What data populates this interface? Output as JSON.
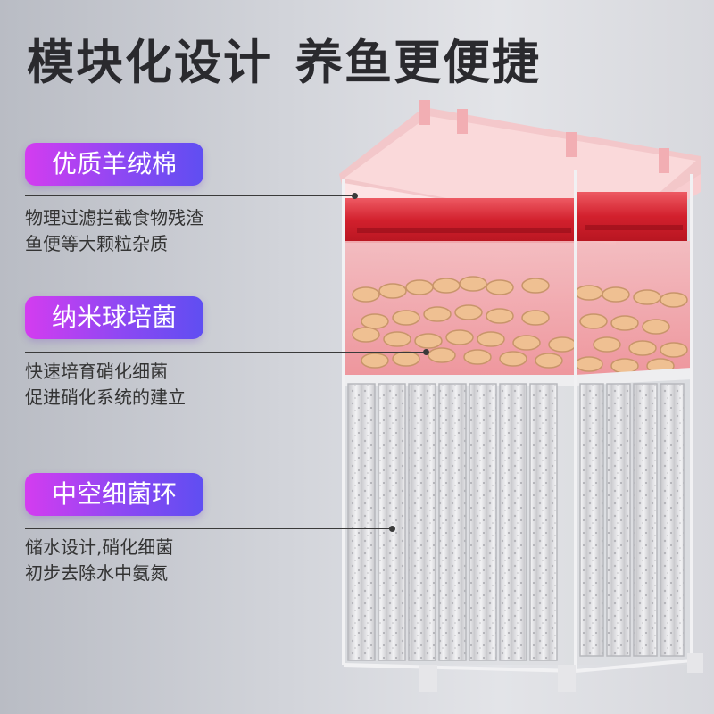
{
  "headline": {
    "part1": "模块化设计",
    "part2": "养鱼更便捷"
  },
  "layers": [
    {
      "label": "优质羊绒棉",
      "desc_lines": [
        "物理过滤拦截食物残渣",
        "鱼便等大颗粒杂质"
      ]
    },
    {
      "label": "纳米球培菌",
      "desc_lines": [
        "快速培育硝化细菌",
        "促进硝化系统的建立"
      ]
    },
    {
      "label": "中空细菌环",
      "desc_lines": [
        "储水设计,硝化细菌",
        "初步去除水中氨氮"
      ]
    }
  ],
  "icons": {
    "balls": "nano-ball-icon"
  },
  "colors": {
    "pill_start": "#d43cf0",
    "pill_end": "#5f4ef2",
    "cotton": "#d9323f",
    "balls": "#f0bf8f",
    "rings": "#e8e8ea"
  }
}
